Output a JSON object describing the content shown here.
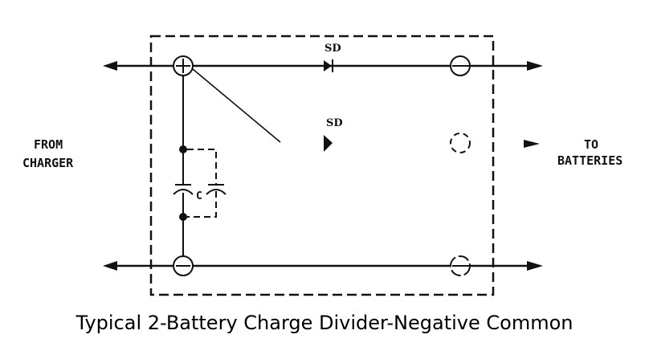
{
  "diagram": {
    "title": "Typical 2-Battery Charge Divider-Negative Common",
    "left_label": [
      "FROM",
      "CHARGER"
    ],
    "right_label": [
      "TO",
      "BATTERIES"
    ],
    "diode_label_top": "SD",
    "diode_label_middle": "SD",
    "capacitor_label": "C",
    "terminals": {
      "input_positive": "+",
      "input_negative": "−",
      "output_1": "−",
      "output_2": "(dashed, optional)",
      "output_common": "−"
    },
    "colors": {
      "line": "#111111",
      "background": "#ffffff"
    }
  }
}
